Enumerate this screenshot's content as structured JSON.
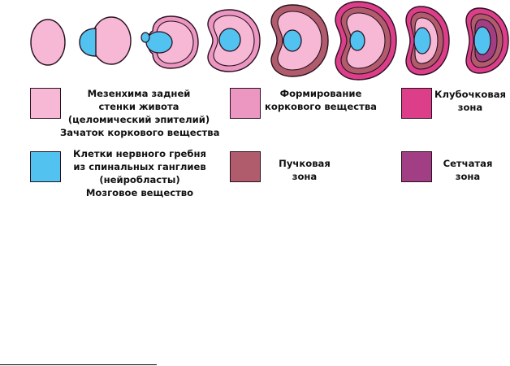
{
  "colors": {
    "mesenchyme": "#F7B8D6",
    "neural_crest": "#52C3F0",
    "cortex_formation": "#EB97C2",
    "glomerulosa": "#DC3E8A",
    "fasciculata": "#B05C6C",
    "reticularis": "#A23F84",
    "outline": "#2A1020"
  },
  "legend": [
    {
      "id": "mesenchyme",
      "lines": [
        "Мезенхима задней",
        "стенки живота",
        "(целомический эпителий)",
        "Зачаток коркового вещества"
      ]
    },
    {
      "id": "cortex_formation",
      "lines": [
        "Формирование",
        "коркового вещества"
      ]
    },
    {
      "id": "glomerulosa",
      "lines": [
        "Клубочковая",
        "зона"
      ]
    },
    {
      "id": "neural_crest",
      "lines": [
        "Клетки нервного гребня",
        "из спинальных ганглиев",
        "(нейробласты)",
        "Мозговое вещество"
      ]
    },
    {
      "id": "fasciculata",
      "lines": [
        "Пучковая",
        "зона"
      ]
    },
    {
      "id": "reticularis",
      "lines": [
        "Сетчатая",
        "зона"
      ]
    }
  ]
}
